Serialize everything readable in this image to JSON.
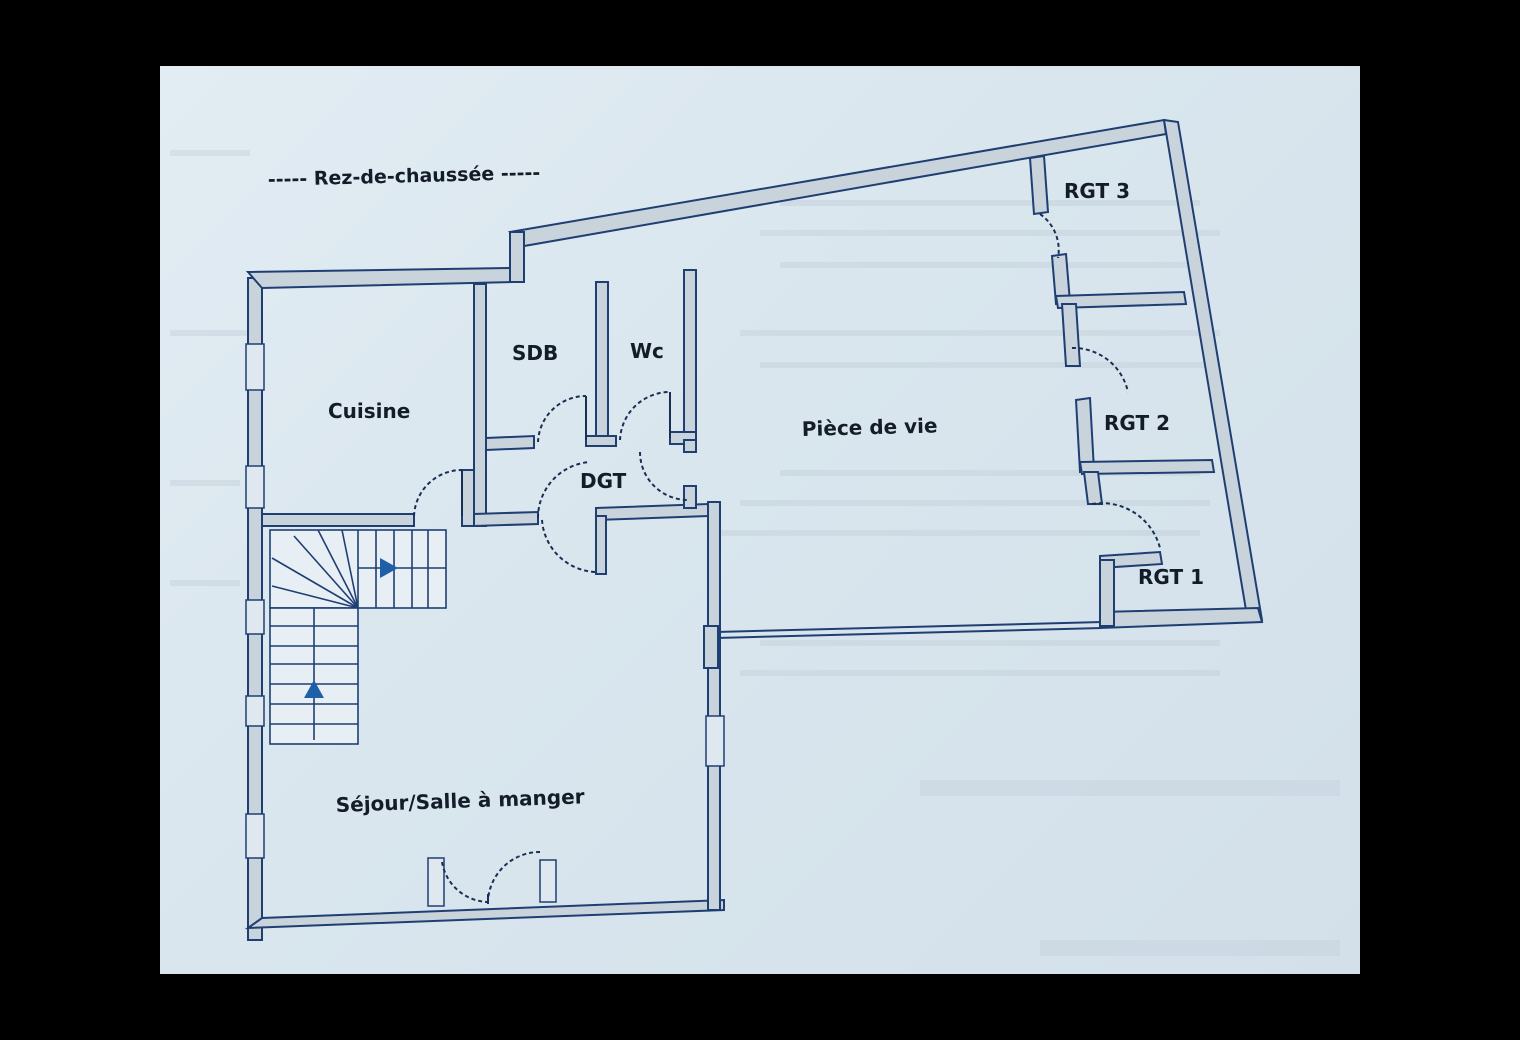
{
  "plan": {
    "title": "----- Rez-de-chaussée -----",
    "rooms": {
      "cuisine": "Cuisine",
      "sdb": "SDB",
      "wc": "Wc",
      "dgt": "DGT",
      "piece_de_vie": "Pièce de vie",
      "rgt3": "RGT 3",
      "rgt2": "RGT 2",
      "rgt1": "RGT 1",
      "sejour": "Séjour/Salle à manger"
    },
    "colors": {
      "wall_outline": "#1f3f73",
      "wall_fill": "#c9d3db",
      "paper": "#dde8f0",
      "label_text": "#141c2a",
      "stair_arrow": "#1f5fa8"
    }
  }
}
